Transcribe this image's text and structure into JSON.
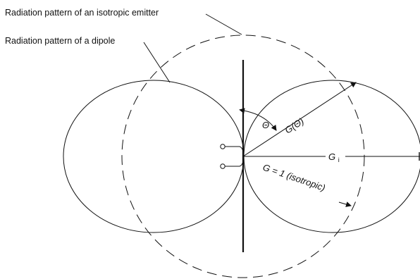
{
  "labels": {
    "isotropic_pattern": "Radiation pattern of an isotropic emitter",
    "dipole_pattern": "Radiation pattern of a dipole",
    "theta": "Θ",
    "gain_theta": "G(Θ)",
    "gain_i": "G",
    "gain_i_subscript": "i",
    "isotropic_gain": "G = 1 (isotropic)"
  }
}
